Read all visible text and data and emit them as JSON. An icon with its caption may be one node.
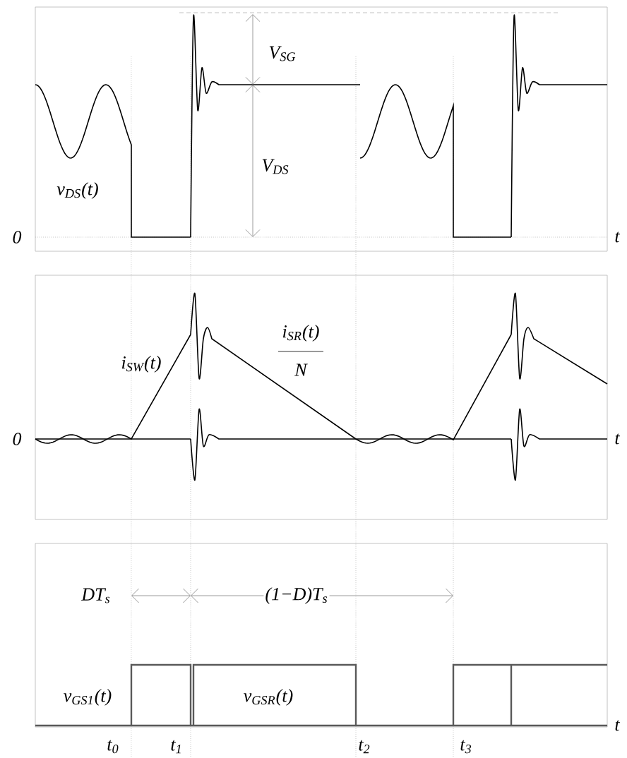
{
  "diagram": {
    "labels": [
      "V$_{SG}$",
      "V$_{DS}$",
      "v$_{DS}$(t)",
      "0",
      "t",
      "i$_{SW}$(t)",
      "i$_{SR}$(t)",
      "N",
      "0",
      "t",
      "DT$_{s}$",
      "(1−D)T$_{s}$",
      "v$_{GS1}$(t)",
      "v$_{GSR}$(t)",
      "t",
      "t$_{0}$",
      "t$_{1}$",
      "t$_{2}$",
      "t$_{3}$"
    ]
  }
}
